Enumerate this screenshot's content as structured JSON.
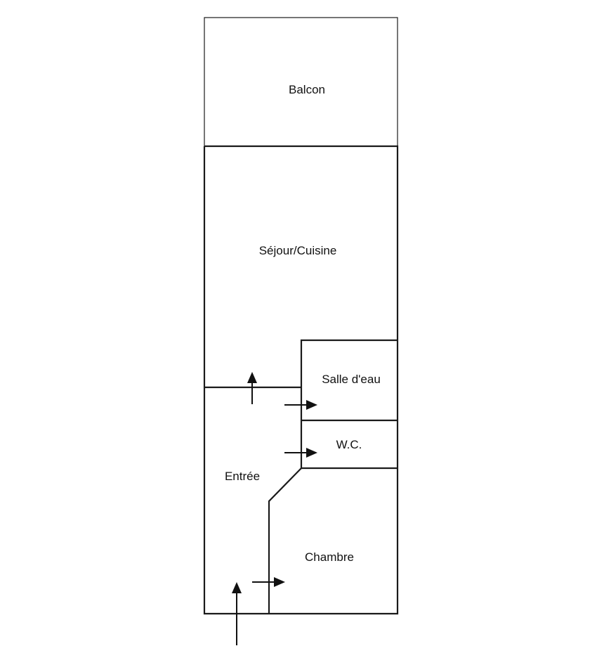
{
  "rooms": {
    "balcon": "Balcon",
    "sejour": "Séjour/Cuisine",
    "salle_deau": "Salle d'eau",
    "wc": "W.C.",
    "entree": "Entrée",
    "chambre": "Chambre"
  },
  "arrows": [
    {
      "name": "entrance-arrow",
      "direction": "up"
    },
    {
      "name": "sejour-door-arrow",
      "direction": "up"
    },
    {
      "name": "salle-deau-door-arrow",
      "direction": "right"
    },
    {
      "name": "wc-door-arrow",
      "direction": "right"
    },
    {
      "name": "chambre-door-arrow",
      "direction": "right"
    }
  ]
}
